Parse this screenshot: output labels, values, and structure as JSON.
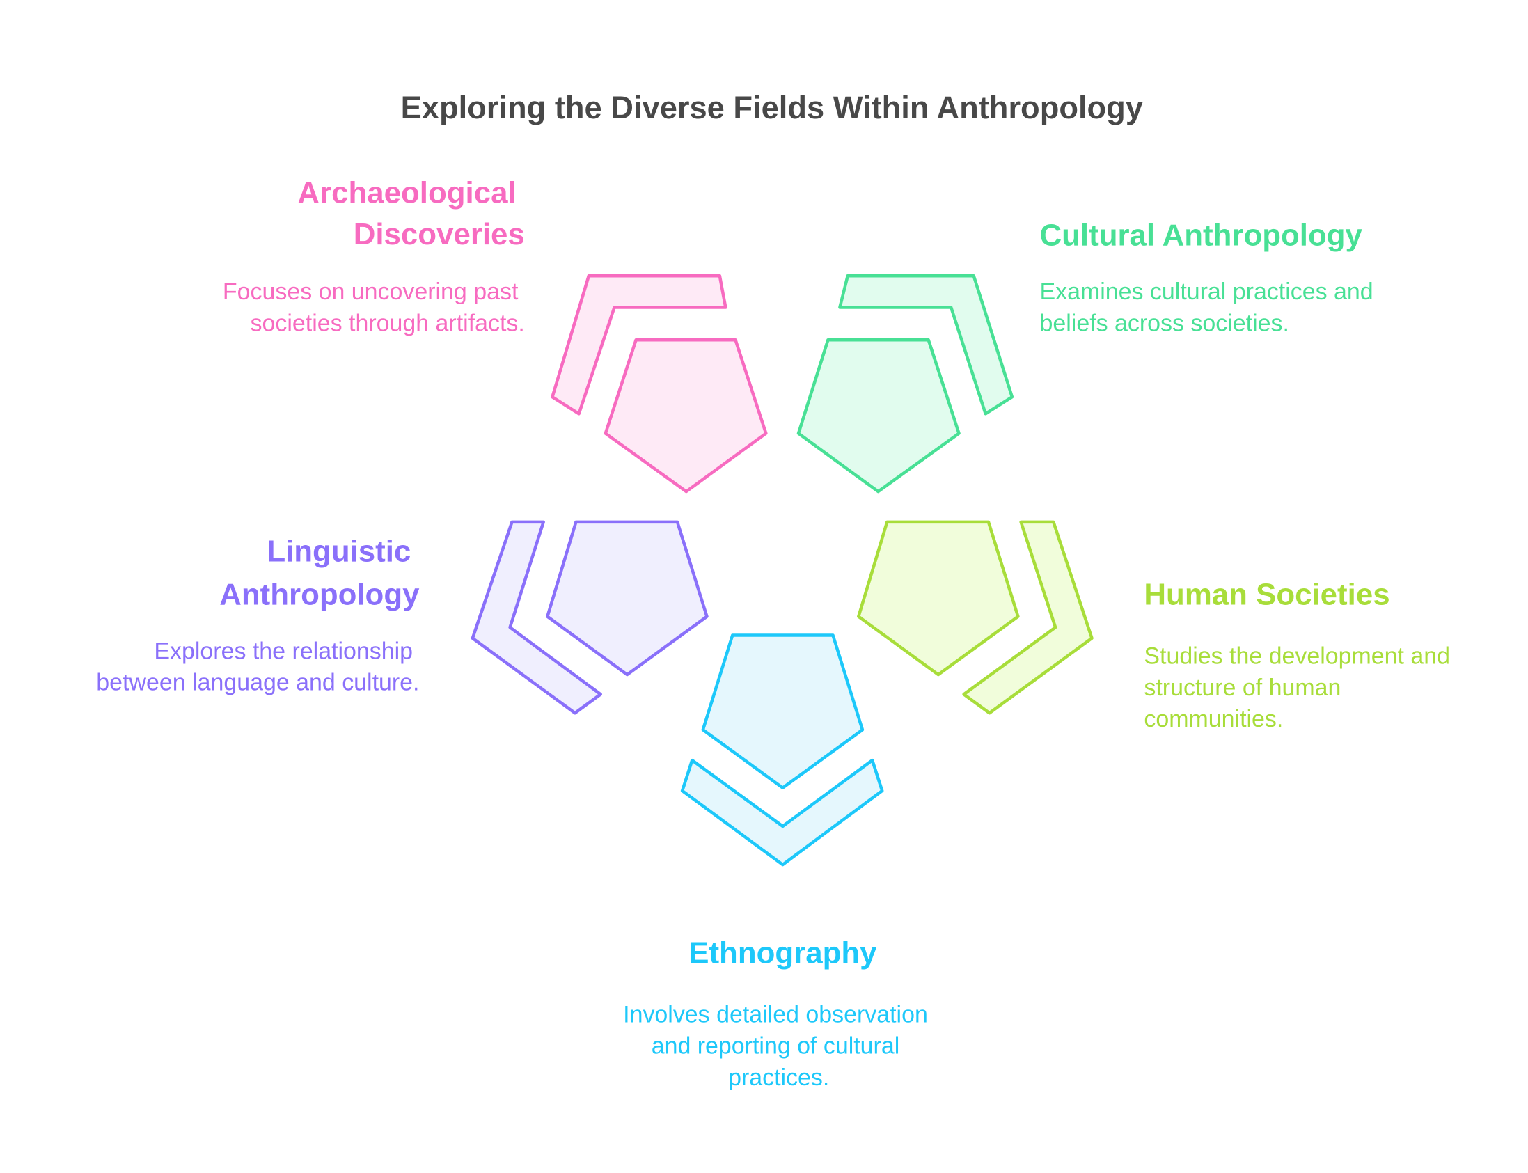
{
  "title": "Exploring the Diverse Fields Within Anthropology",
  "colors": {
    "title": "#484848",
    "pink": "#F76BC0",
    "pink_fill": "#FEEAF6",
    "green": "#48E095",
    "green_fill": "#E1FCEE",
    "purple": "#8A70FA",
    "purple_fill": "#F0EFFE",
    "lime": "#A8DD3A",
    "lime_fill": "#F1FDDB",
    "cyan": "#1DC8FA",
    "cyan_fill": "#E5F7FD"
  },
  "segments": [
    {
      "id": "archaeological",
      "heading_lines": [
        "Archaeological",
        "Discoveries"
      ],
      "description_lines": [
        "Focuses on uncovering past",
        "societies through artifacts."
      ],
      "color": "#F76BC0",
      "icon": "pentagon-with-bracket-icon"
    },
    {
      "id": "cultural",
      "heading_lines": [
        "Cultural Anthropology"
      ],
      "description_lines": [
        "Examines cultural practices and",
        "beliefs across societies."
      ],
      "color": "#48E095",
      "icon": "pentagon-with-bracket-icon"
    },
    {
      "id": "linguistic",
      "heading_lines": [
        "Linguistic",
        "Anthropology"
      ],
      "description_lines": [
        "Explores the relationship",
        "between language and culture."
      ],
      "color": "#8A70FA",
      "icon": "pentagon-with-bracket-icon"
    },
    {
      "id": "human-societies",
      "heading_lines": [
        "Human Societies"
      ],
      "description_lines": [
        "Studies the development and",
        "structure of human",
        "communities."
      ],
      "color": "#A8DD3A",
      "icon": "pentagon-with-bracket-icon"
    },
    {
      "id": "ethnography",
      "heading_lines": [
        "Ethnography"
      ],
      "description_lines": [
        "Involves detailed observation",
        "and reporting of cultural",
        "practices."
      ],
      "color": "#1DC8FA",
      "icon": "pentagon-with-bracket-icon"
    }
  ]
}
